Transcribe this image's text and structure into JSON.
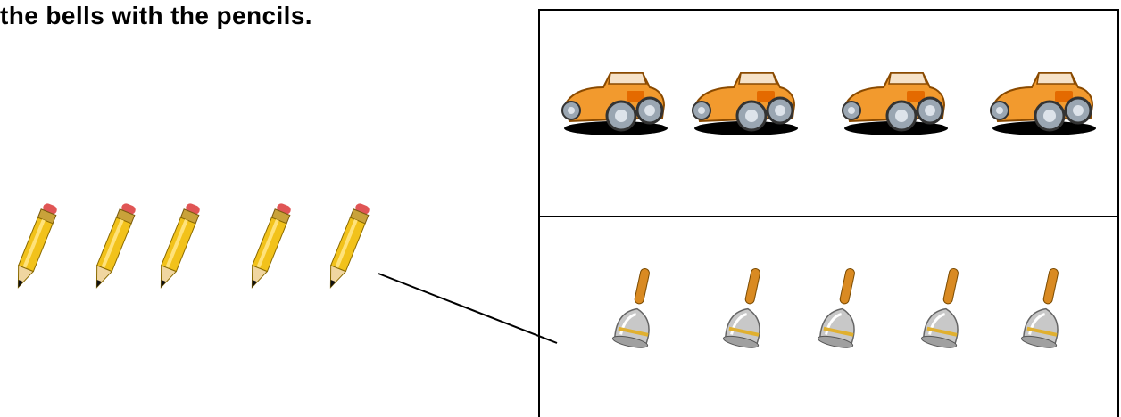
{
  "worksheet": {
    "instruction": "the bells with the pencils."
  },
  "pencil_group": {
    "count": 5,
    "icon": "pencil-icon"
  },
  "car_box": {
    "count": 4,
    "icon": "car-icon"
  },
  "bell_box": {
    "count": 5,
    "icon": "bell-icon"
  },
  "colors": {
    "pencil_body": "#f2c21b",
    "car_body": "#f29a2e",
    "bell_metal": "#c8c8c8",
    "bell_handle": "#d98a22"
  }
}
